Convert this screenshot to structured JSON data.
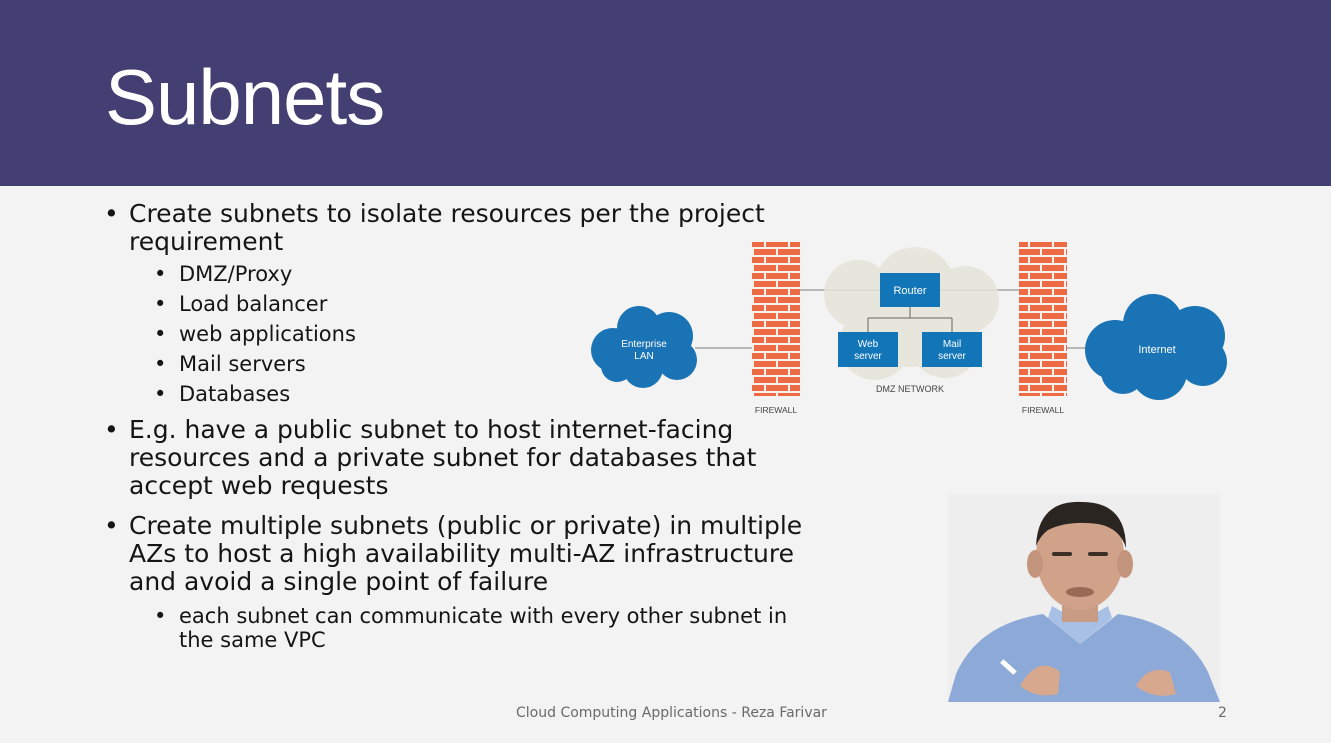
{
  "slide": {
    "title": "Subnets",
    "bullets": {
      "b1_l1": "Create subnets to isolate resources per the project",
      "b1_l2": "requirement",
      "sub": [
        "DMZ/Proxy",
        "Load balancer",
        "web applications",
        "Mail servers",
        "Databases"
      ],
      "b2_l1": "E.g. have a public subnet to host internet-facing",
      "b2_l2": "resources and a private subnet for databases that",
      "b2_l3": "accept web requests",
      "b3_l1": "Create multiple subnets (public or private) in multiple",
      "b3_l2": "AZs to host a high availability multi-AZ infrastructure",
      "b3_l3": "and avoid a single point of failure",
      "b3_sub_l1": "each subnet can communicate with every other subnet in",
      "b3_sub_l2": "the same VPC"
    },
    "footer": "Cloud Computing Applications - Reza Farivar",
    "page_number": "2"
  },
  "diagram": {
    "enterprise": "Enterprise",
    "lan": "LAN",
    "router": "Router",
    "web": "Web",
    "web_server": "server",
    "mail": "Mail",
    "mail_server": "server",
    "dmz": "DMZ NETWORK",
    "firewall_left": "FIREWALL",
    "firewall_right": "FIREWALL",
    "internet": "Internet"
  },
  "colors": {
    "header": "#433f72",
    "cloud_blue": "#1a73b4",
    "box_blue": "#1275b8",
    "brick": "#ec6b45",
    "dmz_cloud": "#e6e4d8"
  }
}
